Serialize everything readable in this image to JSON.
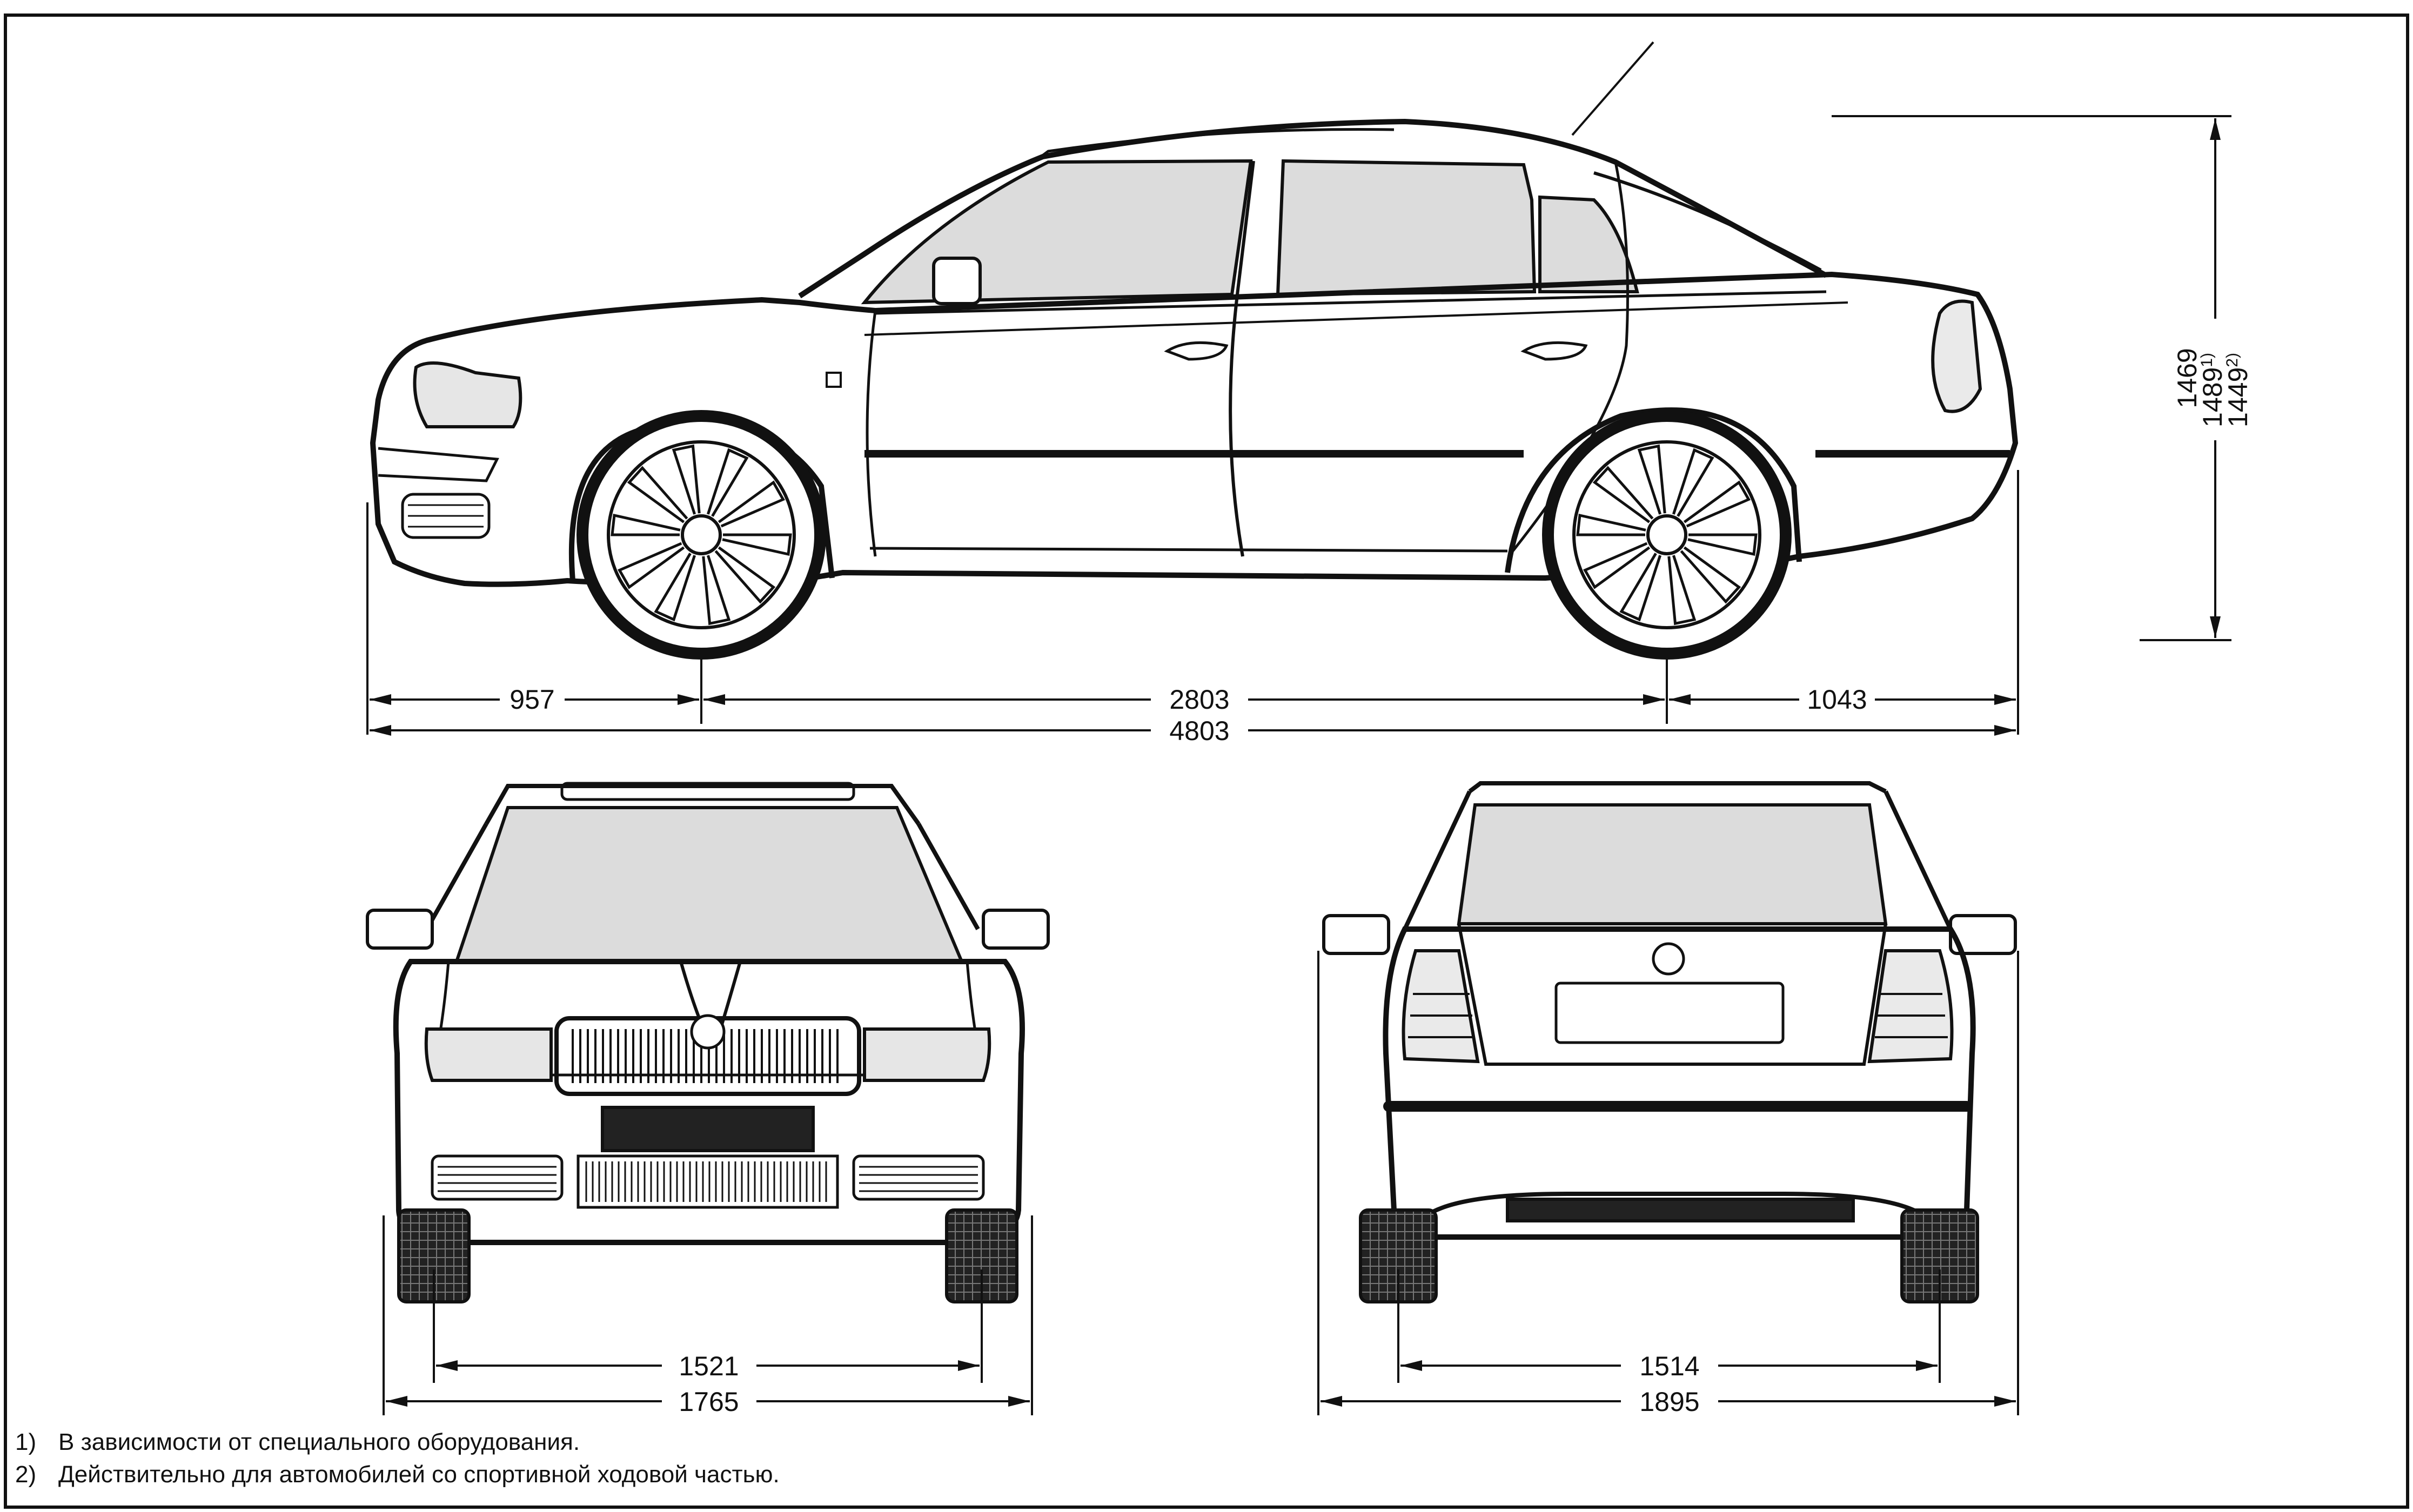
{
  "dimensions": {
    "front_overhang": "957",
    "wheelbase": "2803",
    "rear_overhang": "1043",
    "overall_length": "4803",
    "height_1": "1469",
    "height_2": "1489",
    "height_2_note": "1)",
    "height_3": "1449",
    "height_3_note": "2)",
    "front_track": "1521",
    "front_width": "1765",
    "rear_track": "1514",
    "overall_width": "1895"
  },
  "footnotes": [
    {
      "num": "1)",
      "text": "В зависимости от специального оборудования."
    },
    {
      "num": "2)",
      "text": "Действительно для автомобилей со спортивной ходовой частью."
    }
  ],
  "colors": {
    "line": "#111111",
    "glass": "#d9d9d9",
    "tyre": "#1a1a1a"
  }
}
